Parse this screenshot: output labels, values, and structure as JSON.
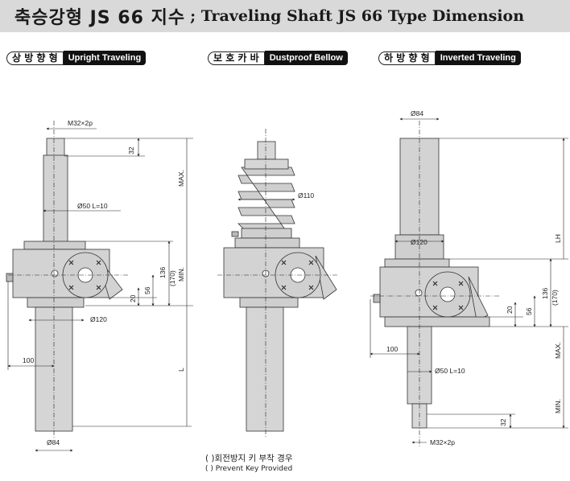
{
  "title": {
    "korean": "축승강형 JS 66 지수",
    "english": "; Traveling Shaft JS 66 Type Dimension"
  },
  "views": [
    {
      "korean": "상 방 향 형",
      "english": "Upright Traveling"
    },
    {
      "korean": "보 호 카 바",
      "english": "Dustproof Bellow"
    },
    {
      "korean": "하 방 향 형",
      "english": "Inverted Traveling"
    }
  ],
  "dimensions": {
    "upright": {
      "thread": "M32×2p",
      "d32": "32",
      "max": "MAX.",
      "min": "MIN.",
      "shaft": "Ø50 L=10",
      "d136": "136",
      "d170": "(170)",
      "d56": "56",
      "d20": "20",
      "d120": "Ø120",
      "d100": "100",
      "L": "L",
      "d84": "Ø84"
    },
    "bellow": {
      "d110": "Ø110"
    },
    "inverted": {
      "d84": "Ø84",
      "LH": "LH",
      "d120": "Ø120",
      "d136": "136",
      "d170": "(170)",
      "d56": "56",
      "d20": "20",
      "d100": "100",
      "max": "MAX.",
      "min": "MIN.",
      "shaft": "Ø50 L=10",
      "d32": "32",
      "thread": "M32×2p"
    }
  },
  "footnote": {
    "korean": "(   )회전방지 키 부착 경우",
    "english": "(   ) Prevent Key Provided"
  }
}
